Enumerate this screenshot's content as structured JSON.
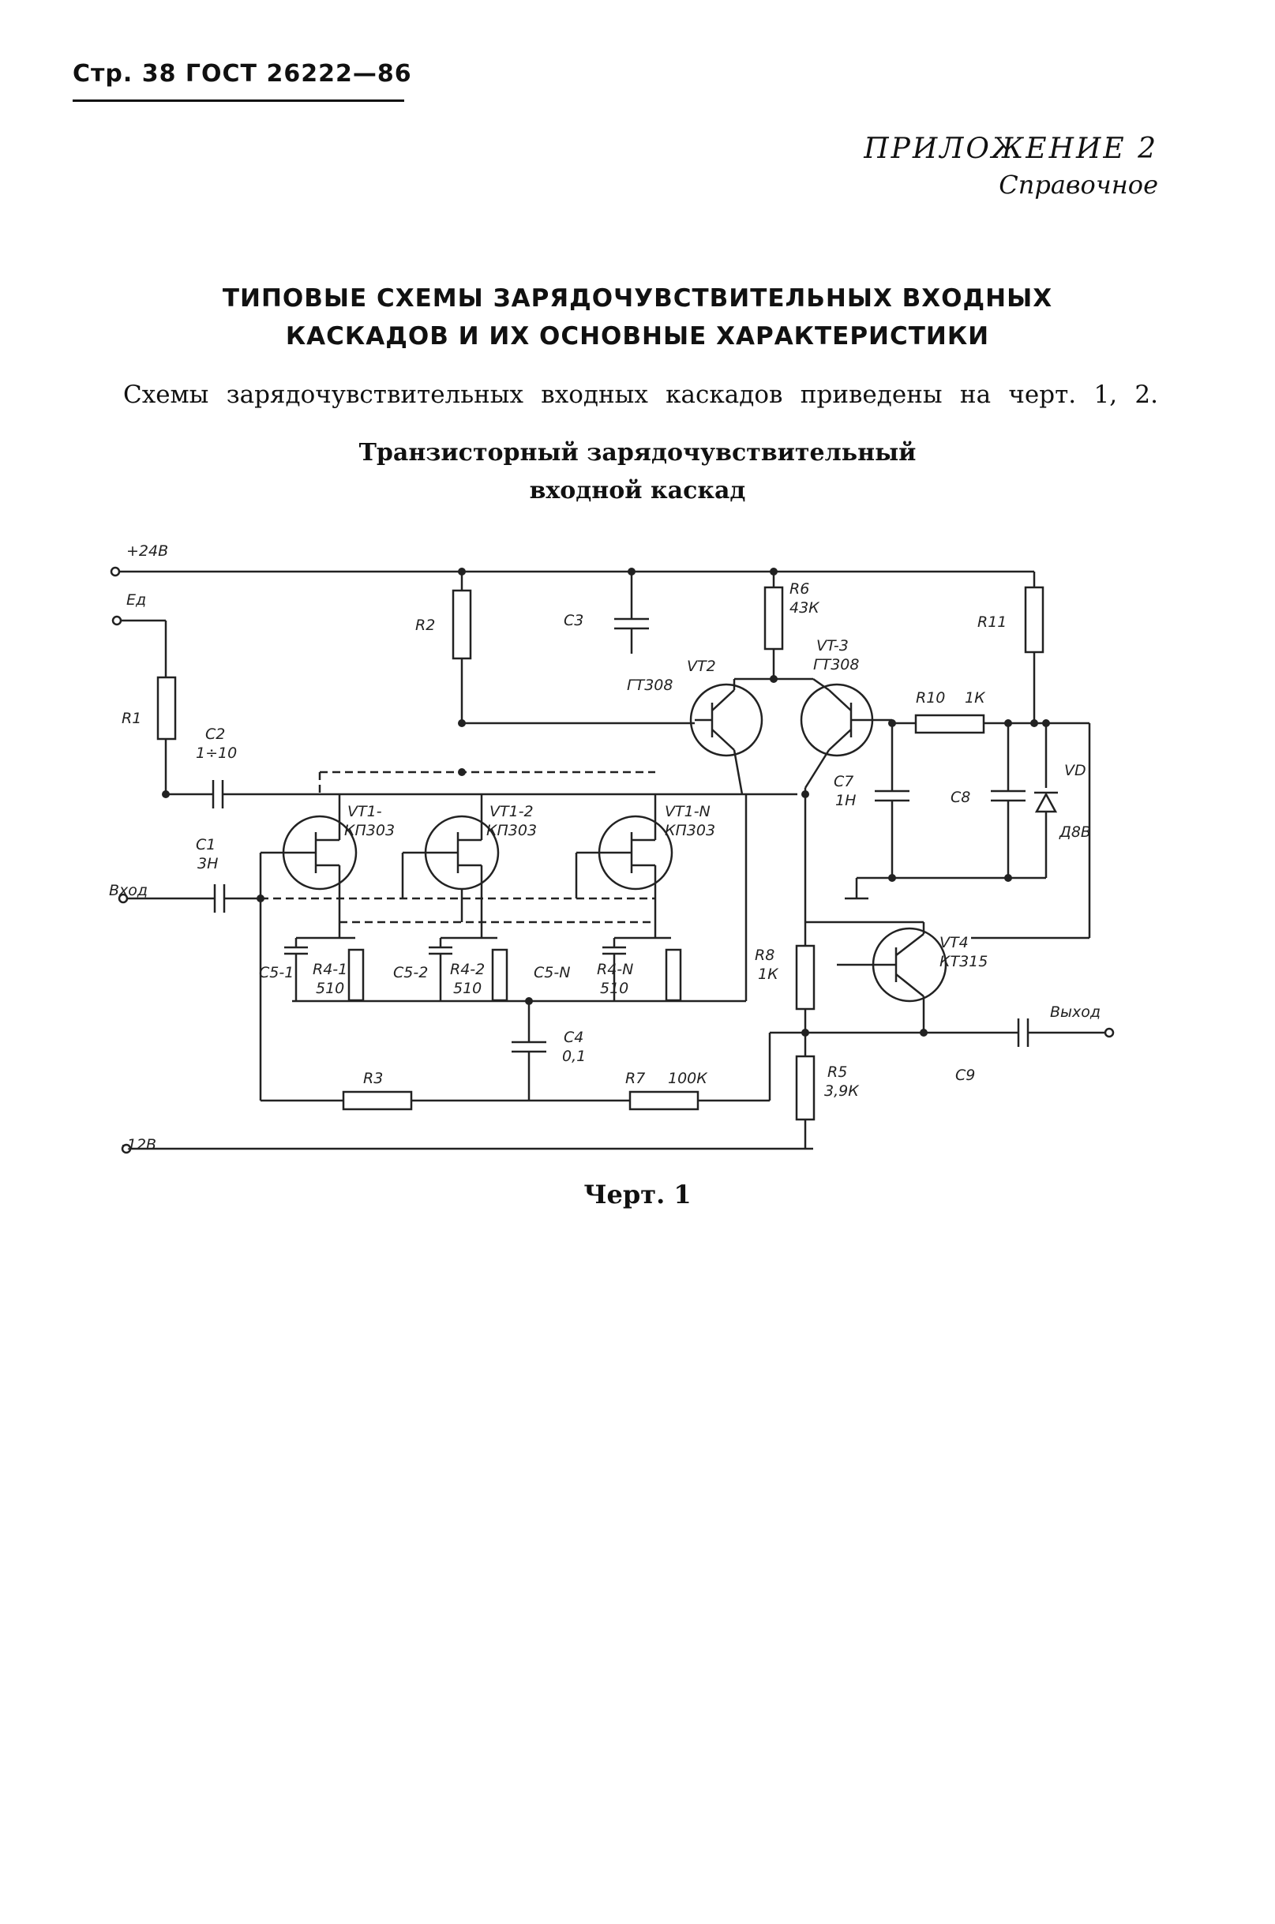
{
  "page_header": "Стр. 38 ГОСТ 26222—86",
  "appendix": {
    "label": "ПРИЛОЖЕНИЕ 2",
    "sub": "Справочное"
  },
  "title": {
    "line1": "ТИПОВЫЕ СХЕМЫ ЗАРЯДОЧУВСТВИТЕЛЬНЫХ ВХОДНЫХ",
    "line2": "КАСКАДОВ И ИХ ОСНОВНЫЕ ХАРАКТЕРИСТИКИ"
  },
  "intro": "Схемы зарядочувствительных входных каскадов приведены на черт. 1, 2.",
  "figure_title": {
    "line1": "Транзисторный зарядочувствительный",
    "line2": "входной каскад"
  },
  "schematic_labels": {
    "supply_pos": "+24В",
    "ed": "Ед",
    "supply_neg": "-12В",
    "input": "Вход",
    "output": "Выход",
    "r1": "R1",
    "c2": "C2",
    "c2_val": "1÷10",
    "c1": "C1",
    "c1_val": "3Н",
    "r2": "R2",
    "c3": "C3",
    "r6": "R6",
    "r6_val": "43К",
    "r11": "R11",
    "vt2": "VT2",
    "vt2_type": "ГТ308",
    "vt3": "VT-3",
    "vt3_type": "ГТ308",
    "r10": "R10",
    "r10_val": "1К",
    "vt1_1": "VT1-",
    "vt1_1_type": "КП303",
    "vt1_2": "VT1-2",
    "vt1_2_type": "КП303",
    "vt1_n": "VT1-N",
    "vt1_n_type": "КП303",
    "c7": "C7",
    "c7_val": "1Н",
    "c8": "C8",
    "vd": "VD",
    "vd_type": "Д8В",
    "c5_1": "C5-1",
    "r4_1": "R4-1",
    "r4_1_val": "510",
    "c5_2": "C5-2",
    "r4_2": "R4-2",
    "r4_2_val": "510",
    "c5_n": "C5-N",
    "r4_n": "R4-N",
    "r4_n_val": "510",
    "c4": "C4",
    "c4_val": "0,1",
    "r8": "R8",
    "r8_val": "1К",
    "vt4": "VT4",
    "vt4_type": "КТ315",
    "r3": "R3",
    "r7": "R7",
    "r7_val": "100К",
    "r5": "R5",
    "r5_val": "3,9К",
    "c9": "C9"
  },
  "caption": "Черт. 1"
}
